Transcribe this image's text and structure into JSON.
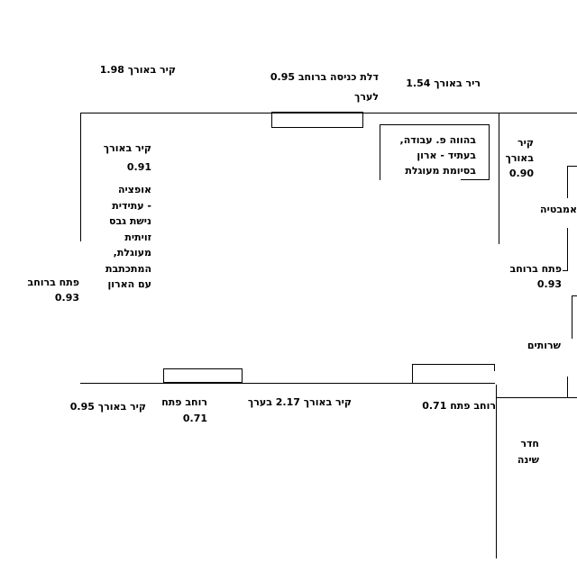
{
  "labels": {
    "wall_top_left": "קיר באורך 1.98",
    "entrance_door": "דלת כניסה ברוחב 0.95\nלערך",
    "wall_top_right": "ריר באורך 1.54",
    "wall_left_inner": "קיר באורך\n0.91",
    "office_box": "בהווה פ. עבודה,\nבעתיד - ארון\nבסיומת מעוגלת",
    "wall_right": "קיר\nבאורך\n0.90",
    "bathtub": "אמבטיה",
    "future_option": "אופציה\n- עתידית\nנישת גבס\nזויתית\nמעוגלת,\nהמתכתבת\nעם הארון",
    "opening_left": "פתח ברוחב\n0.93",
    "opening_right": "פתח ברוחב\n0.93",
    "toilets": "שרותים",
    "wall_bottom_left": "קיר באורך 0.95",
    "door_width_left": "רוחב פתח\n0.71",
    "wall_bottom_mid": "קיר באורך 2.17 בערך",
    "door_width_right": "רוחב פתח 0.71",
    "bedroom": "חדר\nשינה"
  }
}
